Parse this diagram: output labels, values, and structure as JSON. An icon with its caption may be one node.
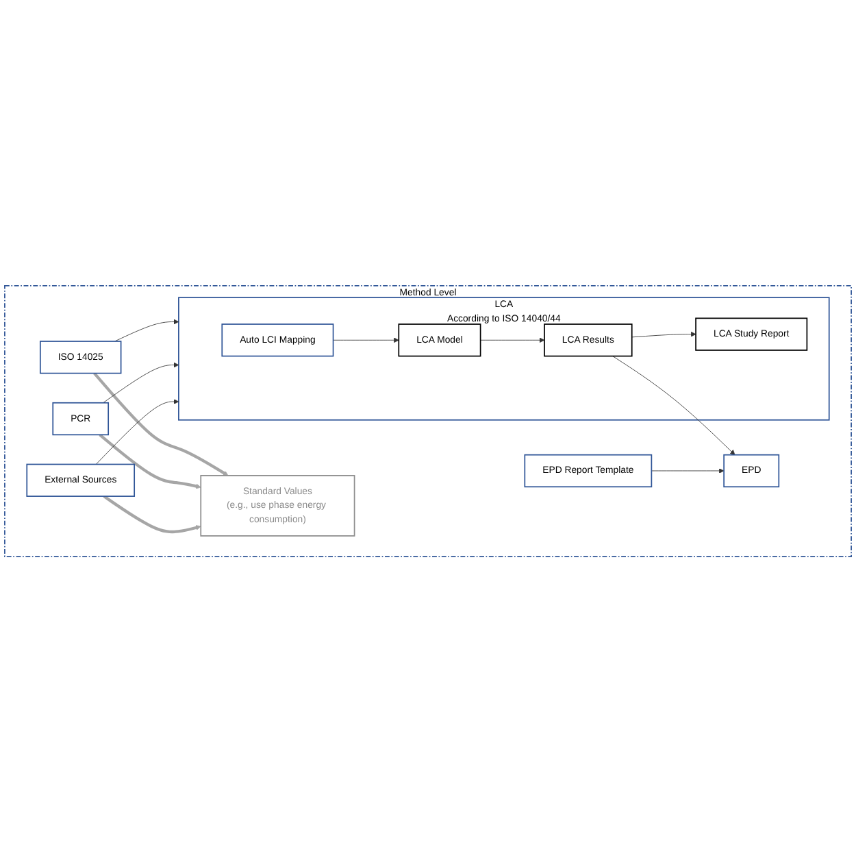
{
  "diagram": {
    "nodes": [
      {
        "text": [
          "Method Level"
        ]
      },
      {
        "text": [
          "LCA",
          "According to ISO 14040/44"
        ],
        "in": 0
      },
      {
        "text": [
          "Auto LCI Mapping"
        ],
        "in": 1
      },
      {
        "text": [
          "LCA Model"
        ],
        "in": 1
      },
      {
        "text": [
          "LCA Results"
        ],
        "in": 1
      },
      {
        "text": [
          "LCA Study Report"
        ],
        "in": 1
      },
      {
        "text": [
          "EPD"
        ],
        "in": 0
      },
      {
        "text": [
          "ISO 14025"
        ],
        "in": 0
      },
      {
        "text": [
          "PCR"
        ],
        "in": 0
      },
      {
        "text": [
          "External Sources"
        ],
        "in": 0
      },
      {
        "text": [
          "EPD Report Template"
        ],
        "in": 0
      },
      {
        "text": [
          "Standard Values",
          "(e.g., use phase energy consumption)"
        ],
        "in": 0
      }
    ],
    "edges": [
      {
        "from": 2,
        "to": 3,
        "arrow": "to"
      },
      {
        "from": 3,
        "to": 4,
        "arrow": "to"
      },
      {
        "from": 4,
        "to": 5,
        "arrow": "to"
      },
      {
        "from": 4,
        "to": 6,
        "arrow": "to"
      },
      {
        "from": 7,
        "to": 1,
        "arrow": "to"
      },
      {
        "from": 8,
        "to": 1,
        "arrow": "to"
      },
      {
        "from": 9,
        "to": 1,
        "arrow": "to"
      },
      {
        "from": 10,
        "to": 6,
        "arrow": "to"
      },
      {
        "from": 7,
        "to": 11,
        "arrow": "to",
        "style": "thick",
        "color": "#a6a6a6"
      },
      {
        "from": 8,
        "to": 11,
        "arrow": "to",
        "style": "thick",
        "color": "#a6a6a6"
      },
      {
        "from": 9,
        "to": 11,
        "arrow": "to",
        "style": "thick",
        "color": "#a6a6a6"
      }
    ]
  }
}
